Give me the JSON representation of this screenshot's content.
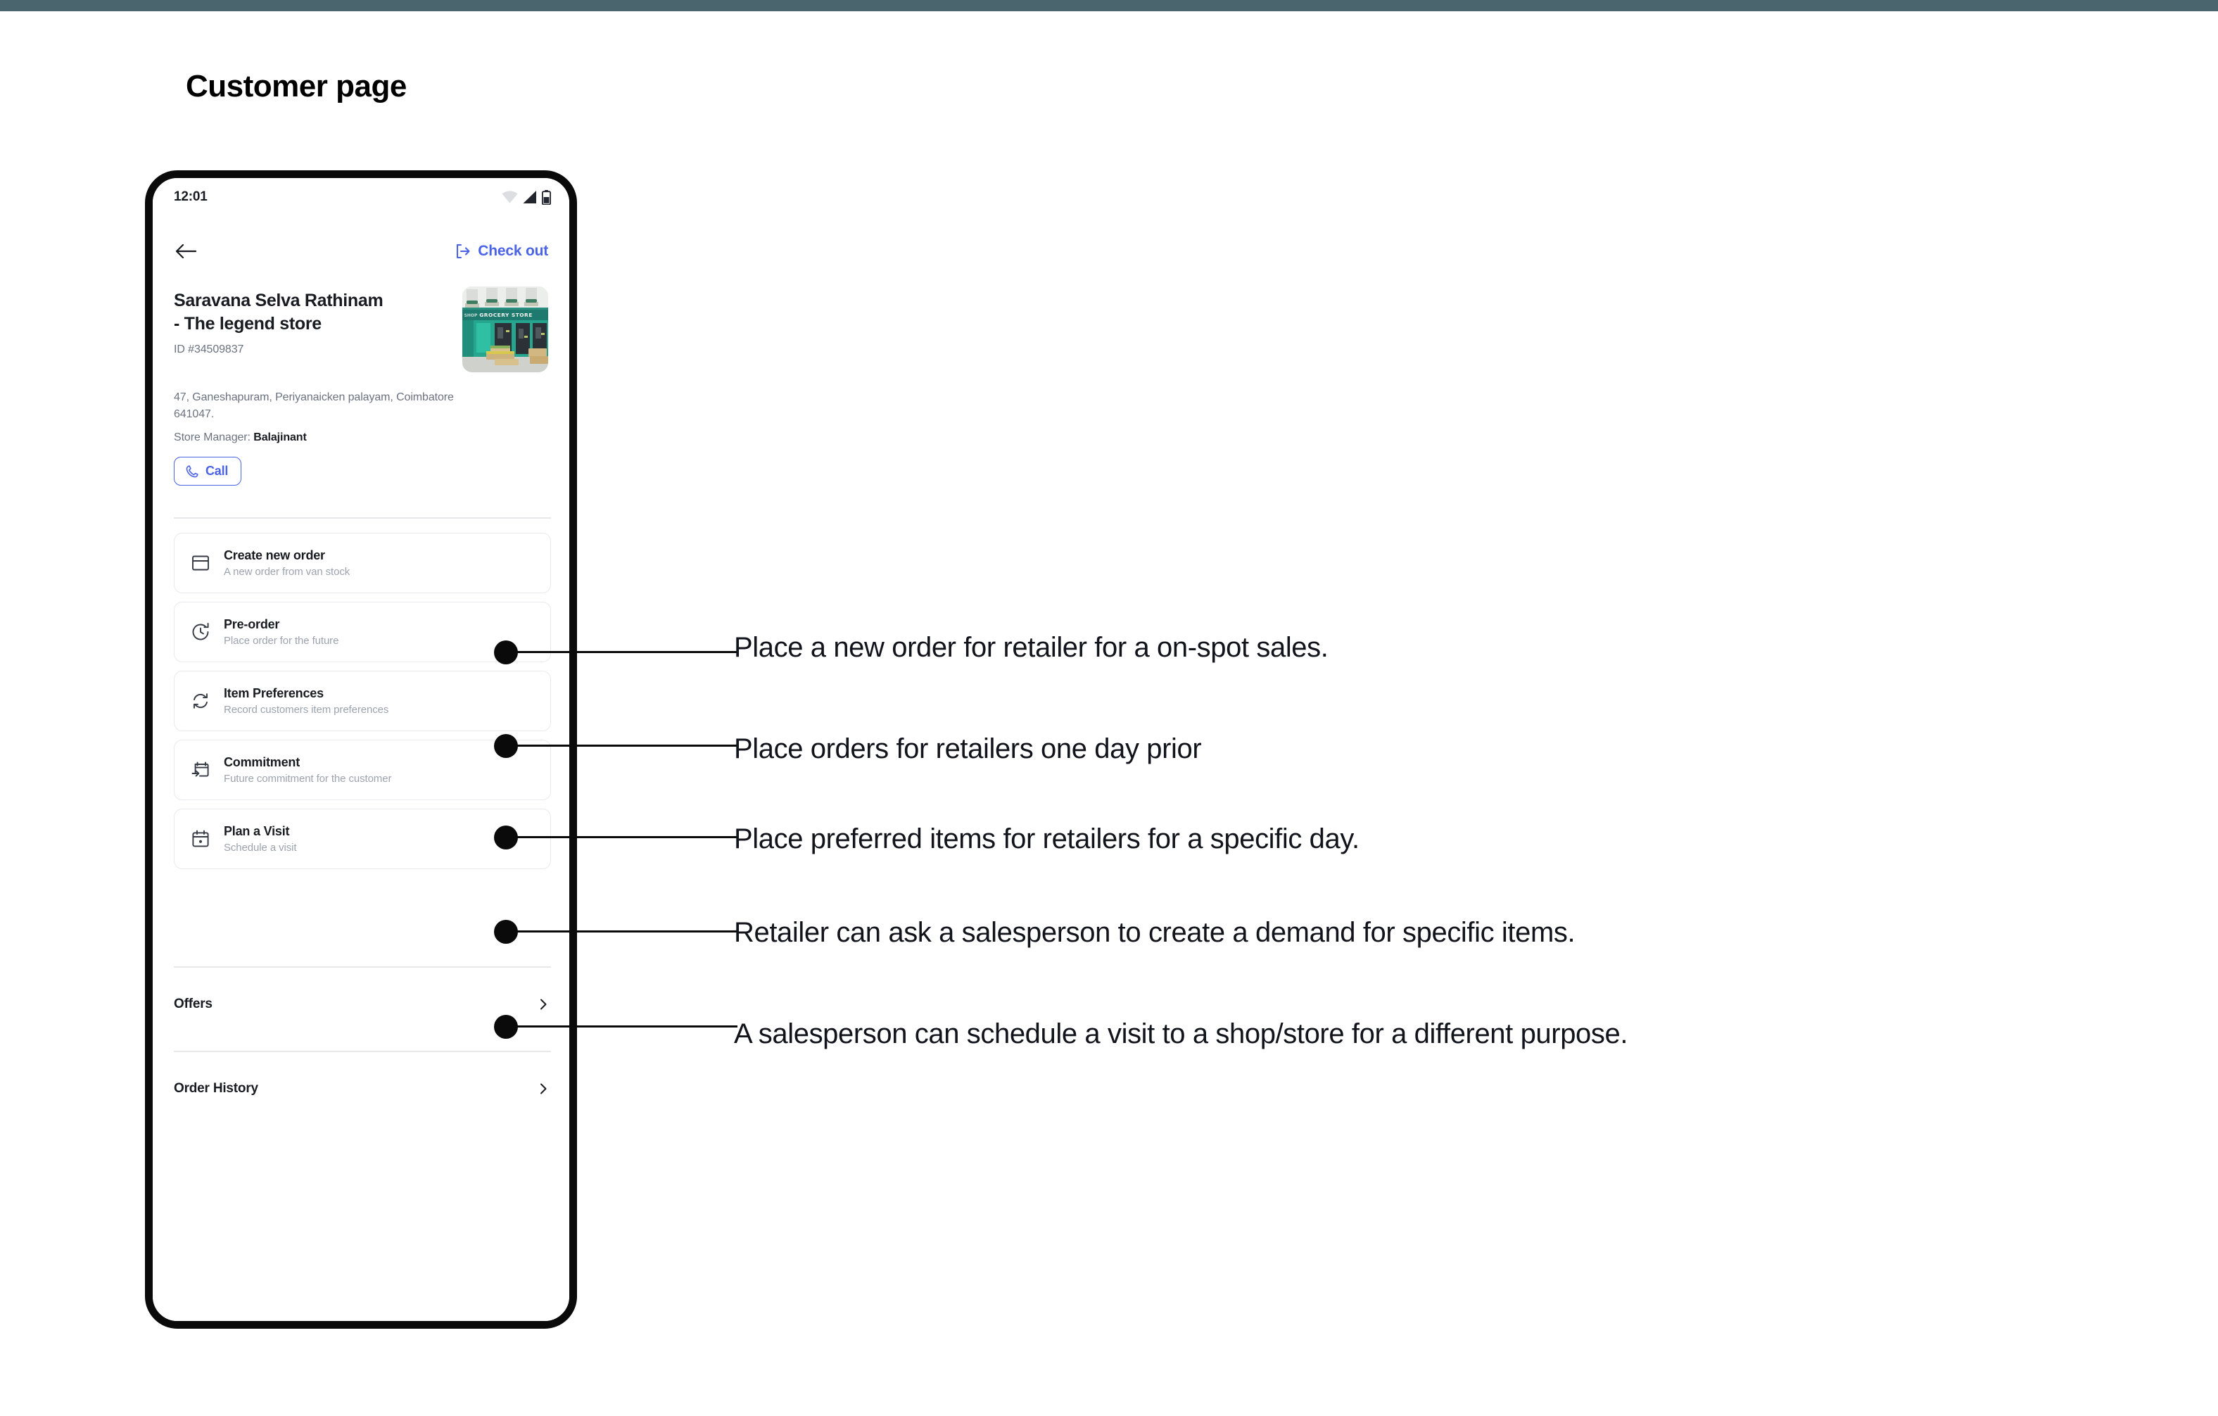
{
  "page": {
    "title": "Customer page",
    "accent_blue": "#4a63e7",
    "top_strip_color": "#4a656d",
    "annotation_color": "#12141c"
  },
  "phone": {
    "status_bar": {
      "time": "12:01",
      "icons": [
        "wifi-icon",
        "signal-icon",
        "battery-icon"
      ]
    },
    "app_bar": {
      "back_icon": "back-arrow-icon",
      "checkout_label": "Check out",
      "checkout_icon": "logout-icon"
    },
    "store": {
      "name": "Saravana Selva Rathinam\n-  The legend store",
      "name_line1": "Saravana Selva Rathinam",
      "name_line2": "-  The legend store",
      "id": "ID #34509837",
      "address": "47, Ganeshapuram, Periyanaicken palayam, Coimbatore 641047.",
      "manager_label": "Store Manager: ",
      "manager_name": "Balajinant",
      "thumbnail_alt": "grocery-store-photo",
      "thumbnail_sign": "GROCERY STORE",
      "call_label": "Call",
      "call_icon": "phone-icon"
    },
    "cards": [
      {
        "icon": "box-icon",
        "title": "Create new order",
        "subtitle": "A new order from van stock"
      },
      {
        "icon": "clock-back-icon",
        "title": "Pre-order",
        "subtitle": "Place order for the future"
      },
      {
        "icon": "refresh-icon",
        "title": "Item Preferences",
        "subtitle": "Record customers item preferences"
      },
      {
        "icon": "calendar-arrow-icon",
        "title": "Commitment",
        "subtitle": "Future commitment for the customer"
      },
      {
        "icon": "calendar-dot-icon",
        "title": "Plan a Visit",
        "subtitle": "Schedule a visit"
      }
    ],
    "list_rows": [
      {
        "label": "Offers",
        "chevron": "chevron-right-icon"
      },
      {
        "label": "Order History",
        "chevron": "chevron-right-icon"
      }
    ]
  },
  "annotations": [
    {
      "text": "Place a new order for retailer for a on-spot sales."
    },
    {
      "text": "Place orders for retailers one day prior"
    },
    {
      "text": "Place preferred items for retailers for a specific day."
    },
    {
      "text": "Retailer can ask a salesperson to create a demand for specific items."
    },
    {
      "text": "A salesperson can schedule a visit to a shop/store for a different purpose."
    }
  ]
}
